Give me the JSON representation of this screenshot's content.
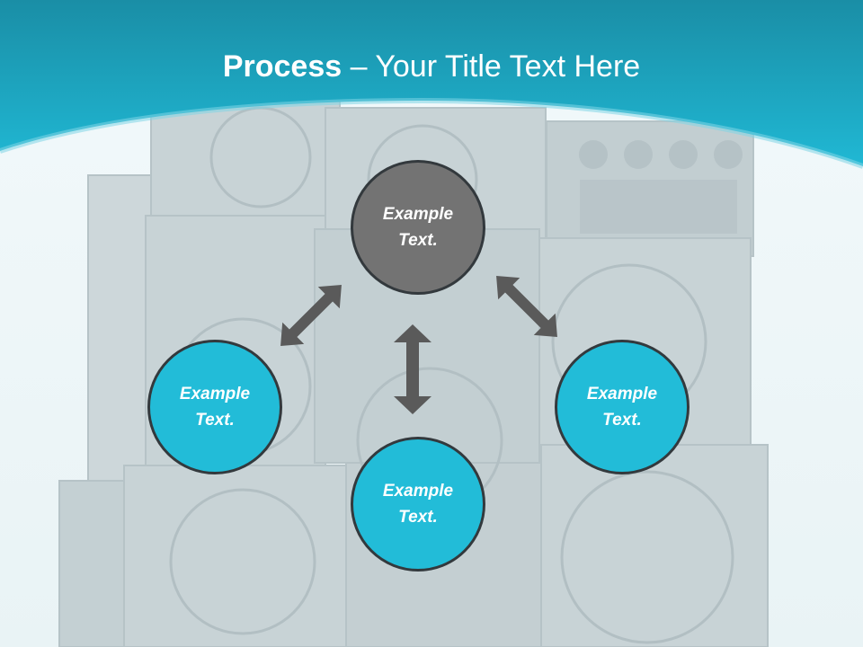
{
  "title": {
    "bold": "Process",
    "separator": " – ",
    "rest": "Your Title Text Here"
  },
  "nodes": {
    "center": "Example Text.",
    "left": "Example Text.",
    "right": "Example Text.",
    "bottom": "Example Text."
  },
  "colors": {
    "header": "#1ab4cf",
    "header_dark": "#1390a8",
    "center_node": "#737373",
    "outer_node": "#22bcd8",
    "node_border": "#33393d",
    "arrow": "#5a5a5a"
  }
}
